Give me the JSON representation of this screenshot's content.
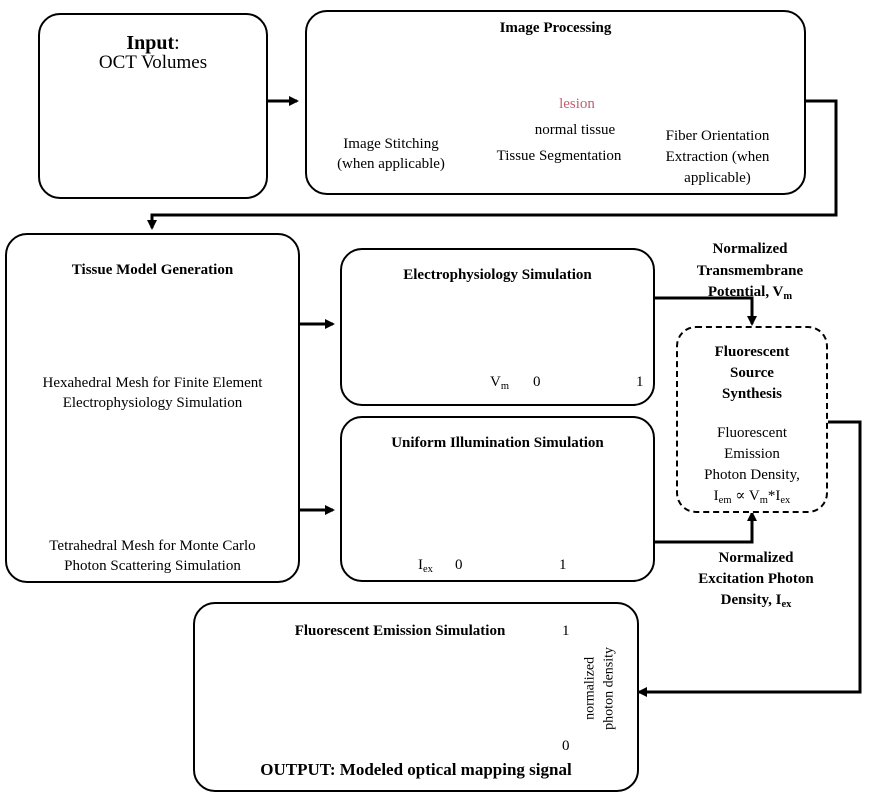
{
  "input": {
    "title": "Input",
    "colon": ":",
    "subtitle": "OCT Volumes"
  },
  "processing": {
    "title": "Image Processing",
    "stitching_line1": "Image Stitching",
    "stitching_line2": "(when applicable)",
    "lesion_label": "lesion",
    "normal_label": "normal tissue",
    "segmentation_label": "Tissue Segmentation",
    "fiber_line1": "Fiber Orientation",
    "fiber_line2": "Extraction (when",
    "fiber_line3": "applicable)"
  },
  "tissue_model": {
    "title": "Tissue Model Generation",
    "hex_line1": "Hexahedral Mesh for Finite Element",
    "hex_line2": "Electrophysiology Simulation",
    "tet_line1": "Tetrahedral Mesh for Monte Carlo",
    "tet_line2": "Photon Scattering Simulation"
  },
  "electro": {
    "title": "Electrophysiology Simulation",
    "colorbar_label": "V",
    "colorbar_sub": "m",
    "colorbar_min": "0",
    "colorbar_max": "1"
  },
  "illumination": {
    "title": "Uniform Illumination Simulation",
    "colorbar_label": "I",
    "colorbar_sub": "ex",
    "colorbar_min": "0",
    "colorbar_max": "1"
  },
  "vm_label": {
    "line1": "Normalized",
    "line2": "Transmembrane",
    "line3": "Potential, V",
    "sub": "m"
  },
  "iex_label": {
    "line1": "Normalized",
    "line2": "Excitation Photon",
    "line3": "Density, I",
    "sub": "ex"
  },
  "fluor_source": {
    "title_line1": "Fluorescent",
    "title_line2": "Source",
    "title_line3": "Synthesis",
    "body_line1": "Fluorescent",
    "body_line2": "Emission",
    "body_line3": "Photon Density,",
    "formula_i": "I",
    "formula_em": "em",
    "formula_mid": " ∝ V",
    "formula_m": "m",
    "formula_star": "*I",
    "formula_ex": "ex"
  },
  "emission": {
    "title": "Fluorescent Emission Simulation",
    "colorbar_max": "1",
    "colorbar_min": "0",
    "colorbar_label_1": "normalized",
    "colorbar_label_2": "photon density",
    "output_label": "OUTPUT:  Modeled optical mapping signal"
  },
  "colors": {
    "tissue": "#b35a58",
    "segment_red": "#a84a55",
    "jet_blue": "#1a44d8",
    "jet_red": "#e02010",
    "arrow_orange": "#f3a91a"
  }
}
